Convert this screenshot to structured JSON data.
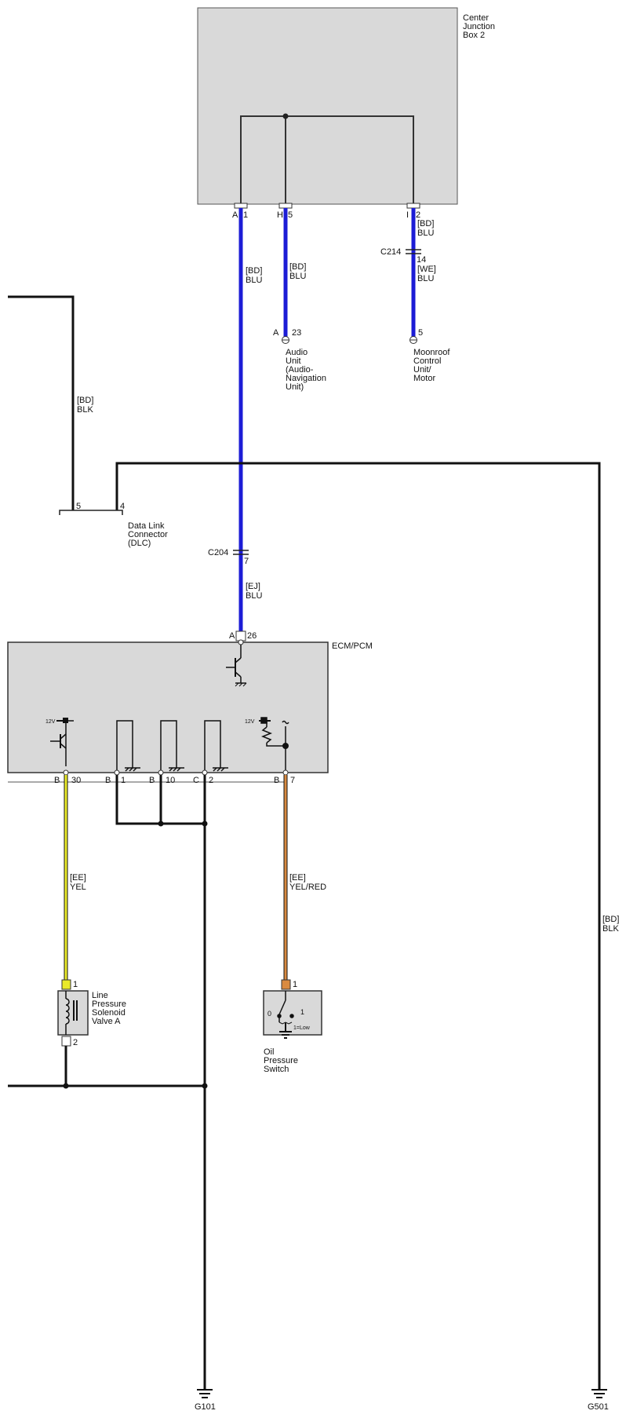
{
  "colors": {
    "blu": "#1c1cd6",
    "yel": "#eaea2a",
    "yel_red": "#d98a40",
    "blk": "#111111",
    "box": "#d9d9d9"
  },
  "components": {
    "cjb2": [
      "Center",
      "Junction",
      "Box 2"
    ],
    "audio": [
      "Audio",
      "Unit",
      "(Audio-",
      "Navigation",
      "Unit)"
    ],
    "moonroof": [
      "Moonroof",
      "Control",
      "Unit/",
      "Motor"
    ],
    "dlc": [
      "Data Link",
      "Connector",
      "(DLC)"
    ],
    "ecm": "ECM/PCM",
    "solenoid": [
      "Line",
      "Pressure",
      "Solenoid",
      "Valve A"
    ],
    "oil_switch": [
      "Oil",
      "Pressure",
      "Switch"
    ]
  },
  "wires": {
    "w1": [
      "[BD]",
      "BLU"
    ],
    "w2": [
      "[BD]",
      "BLU"
    ],
    "w3a": [
      "[BD]",
      "BLU"
    ],
    "w3b": [
      "[WE]",
      "BLU"
    ],
    "w4": [
      "[EJ]",
      "BLU"
    ],
    "dlc_blk": [
      "[BD]",
      "BLK"
    ],
    "right_blk": [
      "[BD]",
      "BLK"
    ],
    "yel": [
      "[EE]",
      "YEL"
    ],
    "yelred": [
      "[EE]",
      "YEL/RED"
    ]
  },
  "pins": {
    "cjb_a": "A",
    "cjb_a_num": "1",
    "cjb_h": "H",
    "cjb_h_num": "5",
    "cjb_i": "I",
    "cjb_i_num": "2",
    "audio_a": "A",
    "audio_num": "23",
    "moon_num": "5",
    "c214_num": "14",
    "dlc_5": "5",
    "dlc_4": "4",
    "c204_num": "7",
    "ecm_a": "A",
    "ecm_a_num": "26",
    "b30": "B",
    "b30_num": "30",
    "b1": "B",
    "b1_num": "1",
    "b10": "B",
    "b10_num": "10",
    "c2": "C",
    "c2_num": "2",
    "b7": "B",
    "b7_num": "7",
    "sol_1": "1",
    "sol_2": "2",
    "oil_1": "1"
  },
  "connectors": {
    "c214": "C214",
    "c204": "C204"
  },
  "supply": {
    "v1": "12V",
    "v2": "12V"
  },
  "oil_switch_states": {
    "s0": "0",
    "s1": "1",
    "legend": "1=Low"
  },
  "grounds": {
    "g101": "G101",
    "g501": "G501"
  }
}
